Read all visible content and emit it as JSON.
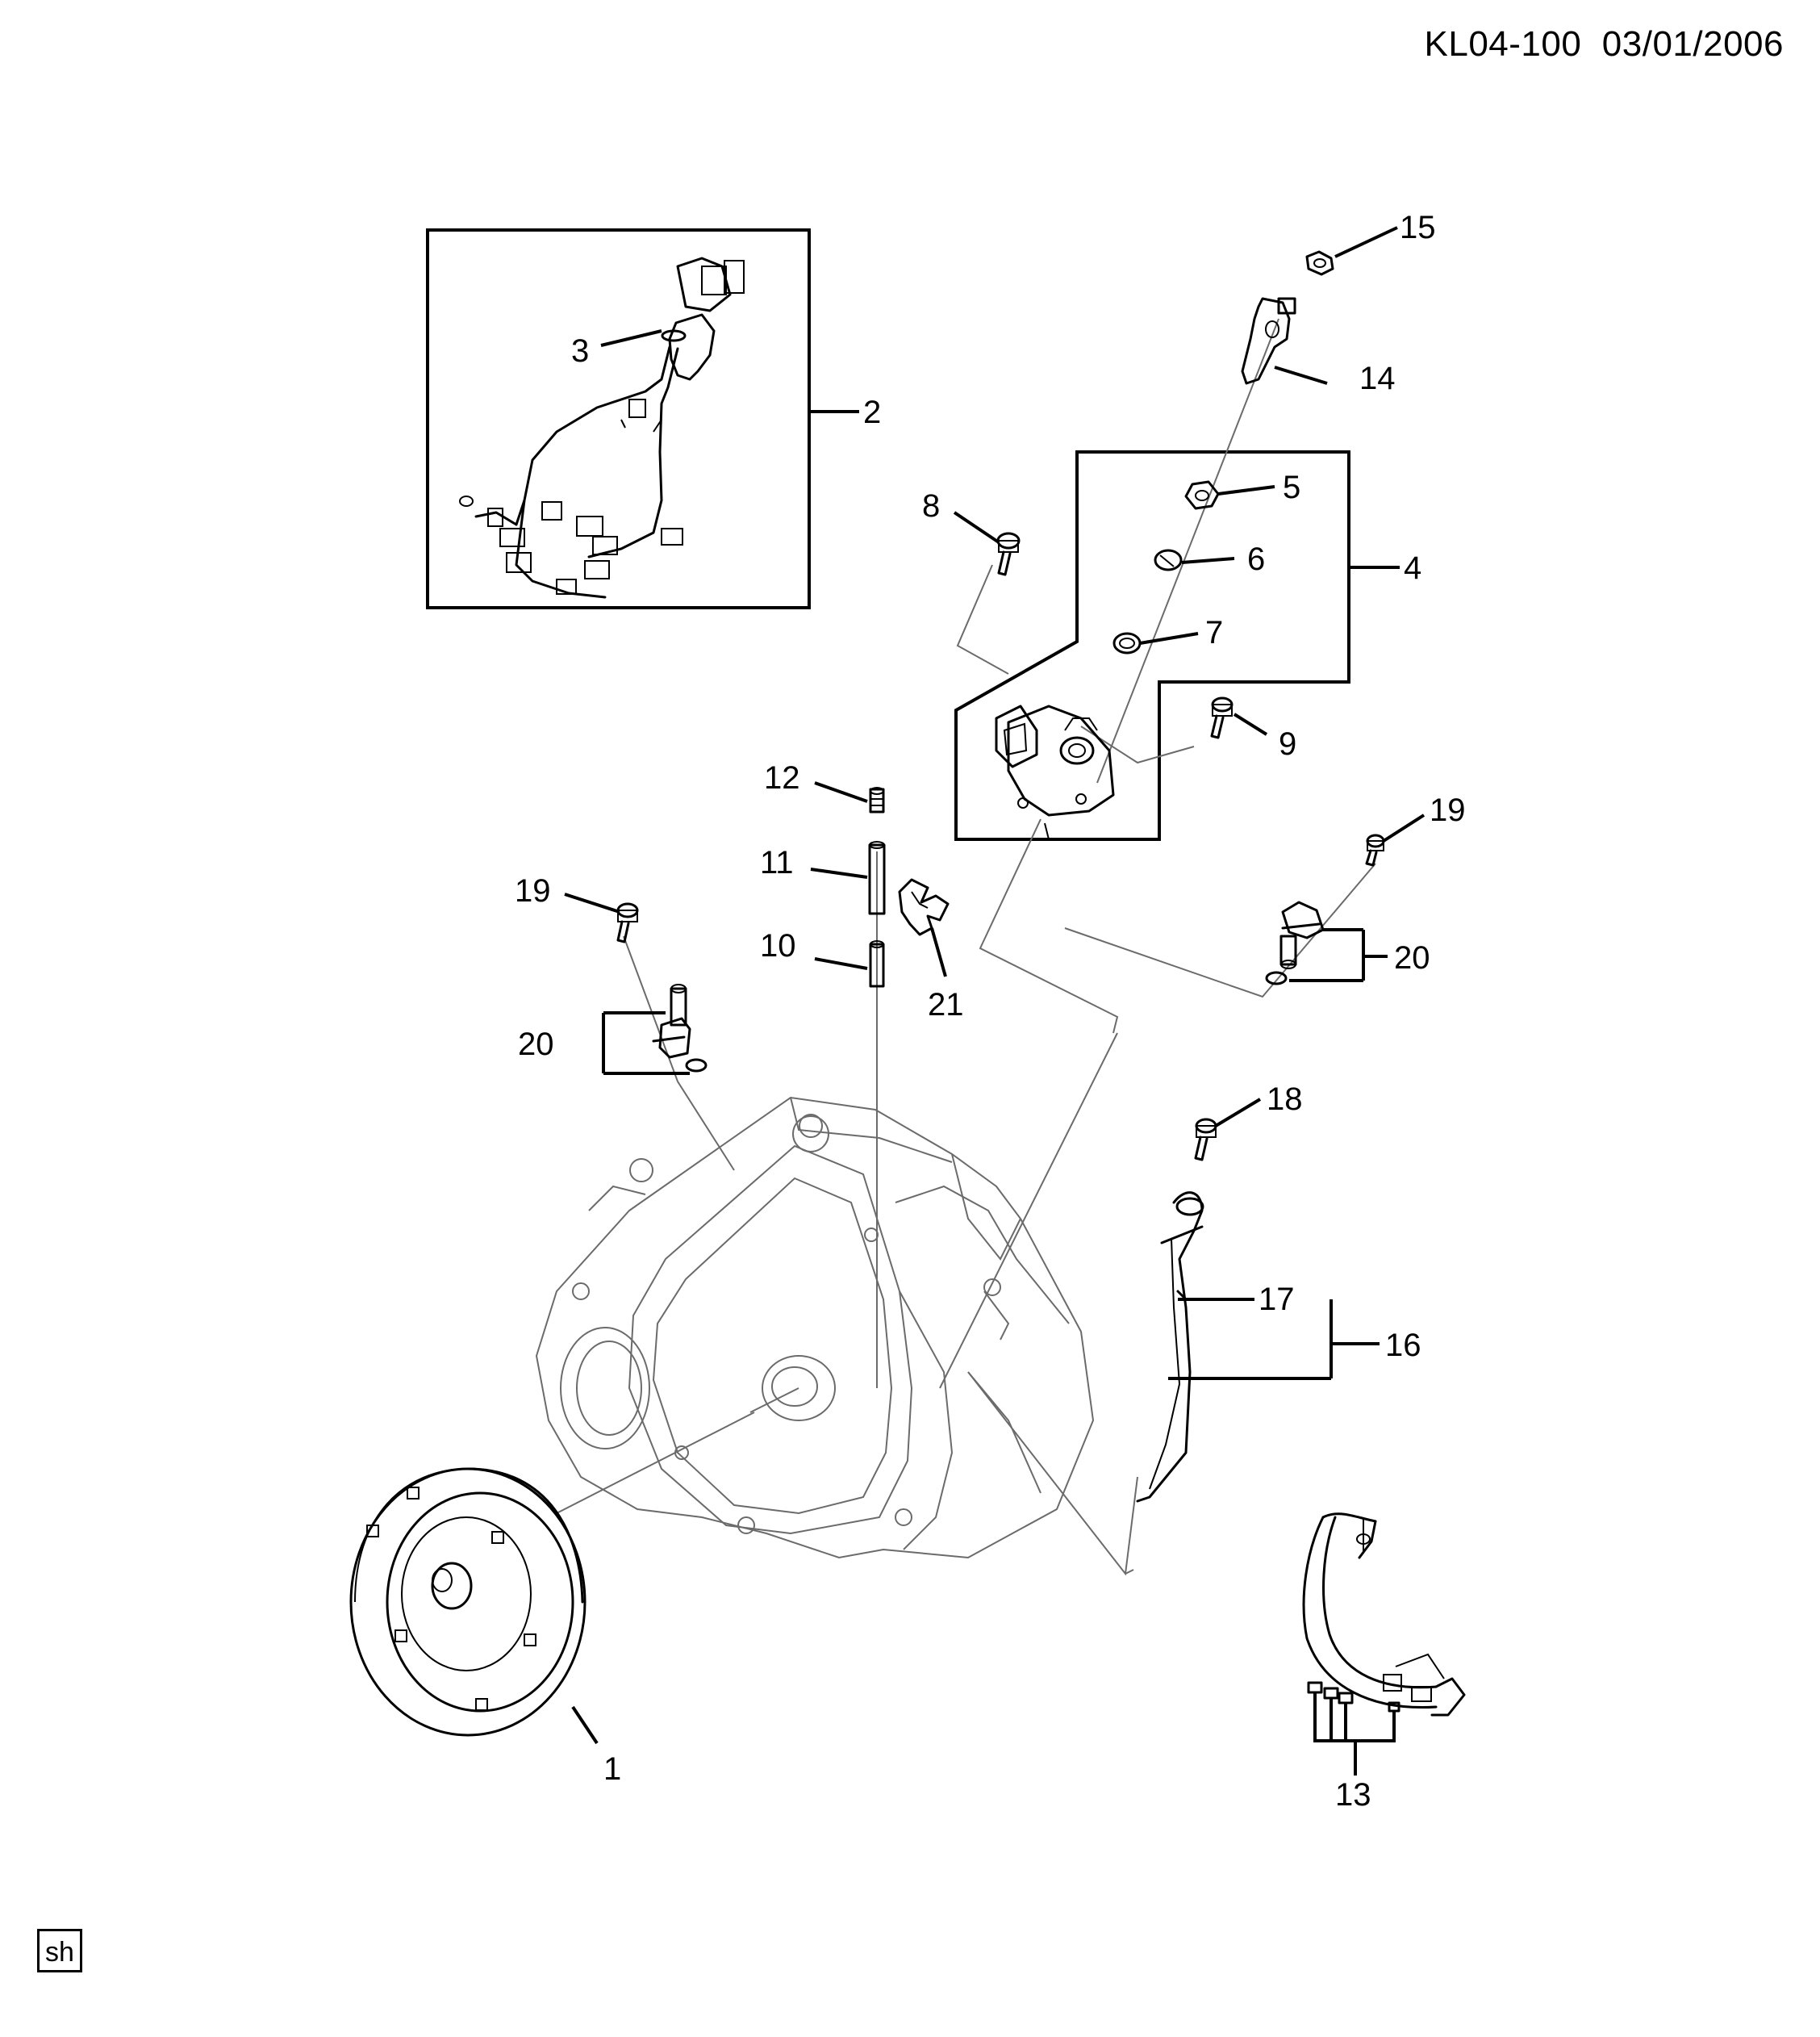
{
  "header": {
    "code": "KL04-100",
    "date": "03/01/2006"
  },
  "stamp": "sh",
  "callouts": {
    "c1": "1",
    "c2": "2",
    "c3": "3",
    "c4": "4",
    "c5": "5",
    "c6": "6",
    "c7": "7",
    "c8": "8",
    "c9": "9",
    "c10": "10",
    "c11": "11",
    "c12": "12",
    "c13": "13",
    "c14": "14",
    "c15": "15",
    "c16": "16",
    "c17": "17",
    "c18": "18",
    "c19a": "19",
    "c19b": "19",
    "c20a": "20",
    "c20b": "20",
    "c21": "21"
  }
}
